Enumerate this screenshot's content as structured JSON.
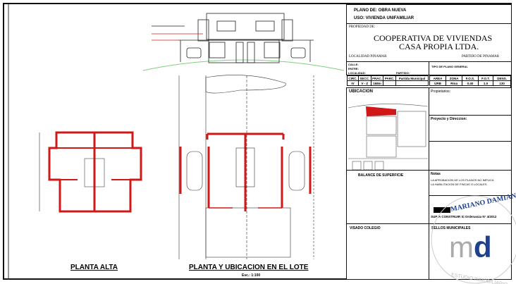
{
  "title_block": {
    "plano_de": "PLANO DE: OBRA NUEVA",
    "uso": "USO:   VIVIENDA UNIFAMILIAR",
    "propiedad_label": "PROPIEDAD DE:",
    "owner_line1": "COOPERATIVA DE VIVIENDAS",
    "owner_line2": "CASA PROPIA LTDA.",
    "localidad": "LOCALIDAD PINAMAR",
    "partido": "PARTIDO DE PINAMAR",
    "calle": "CALLE:",
    "entre": "ENTRE:",
    "localidad_label": "LOCALIDAD:",
    "partido_label": "PARTIDO:",
    "tipo_plano": "TIPO DE PLANO    GENERAL",
    "catastro_headers": [
      "CIRC.",
      "SECC.",
      "FRAC.",
      "PARC.",
      "Partida Municipal"
    ],
    "catastro_values": [
      "IV",
      "V - Z",
      "168m",
      "",
      ""
    ],
    "zoning_headers": [
      "AREA",
      "ZONA",
      "F.O.S.",
      "F.O.T.",
      "DENS."
    ],
    "zoning_values": [
      "URB",
      "Rma",
      "0.40",
      "1.0",
      "130"
    ],
    "ubicacion": "UBICACION",
    "propietarios": "Propietarios:",
    "proyecto": "Proyecto y Direccion:",
    "balance": "BALANCE DE SUPERFICIE",
    "notas": "Notas",
    "notas_line1": "LA APROBACION DE LOS PLANOS NO IMPLICA",
    "notas_line2": "LA HABILITACION DE FINCAS O LOCALES",
    "sup_line": "SUP. A CONSTRUIR Si Ordenanza N° 4/2012",
    "visado": "VISADO COLEGIO",
    "sellos": "SELLOS MUNICIPALES"
  },
  "drawing": {
    "planta_alta": "PLANTA ALTA",
    "planta_lote": "PLANTA Y UBICACION EN EL LOTE",
    "escala": "Esc.: 1:100"
  },
  "watermark": "MARIANO DAMIANI md. ESTUDIO INMOBILIARIO",
  "colors": {
    "wall": "#d01818",
    "ground": "#7fcf7f",
    "watermark_blue": "#1f3f8f"
  }
}
